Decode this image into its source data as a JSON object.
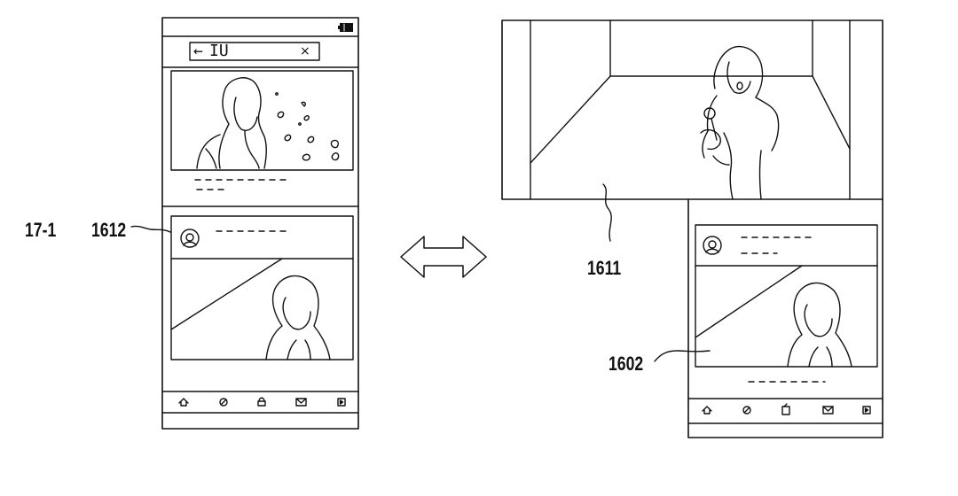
{
  "labels": {
    "figure_ref": "17-1",
    "post_ref": "1612",
    "video_ref": "1611",
    "phone_ref": "1602"
  },
  "left_phone": {
    "search": {
      "back_arrow": "←",
      "query": "IU",
      "clear": "×"
    },
    "nav_icons": [
      "home-icon",
      "compass-icon",
      "lock-icon",
      "mail-icon",
      "play-icon"
    ]
  },
  "right_phone": {
    "nav_icons": [
      "home-icon",
      "compass-icon",
      "tablet-icon",
      "mail-icon",
      "play-icon"
    ]
  }
}
